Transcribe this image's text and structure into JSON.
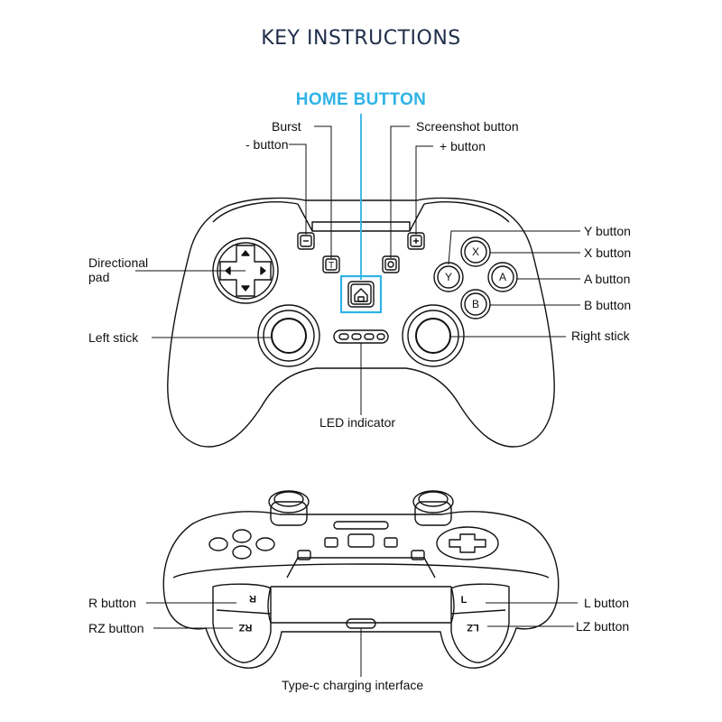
{
  "title": "KEY INSTRUCTIONS",
  "home_title": "HOME BUTTON",
  "colors": {
    "title": "#1f2d4a",
    "home_accent": "#2fb3e6",
    "line": "#111111"
  },
  "labels": {
    "burst": "Burst",
    "minus_button": "- button",
    "screenshot_button": "Screenshot button",
    "plus_button": "+ button",
    "y_button": "Y button",
    "x_button": "X button",
    "a_button": "A button",
    "b_button": "B button",
    "directional_pad": "Directional\npad",
    "left_stick": "Left stick",
    "right_stick": "Right stick",
    "led_indicator": "LED indicator",
    "r_button": "R button",
    "rz_button": "RZ button",
    "l_button": "L button",
    "lz_button": "LZ button",
    "typec": "Type-c charging interface"
  },
  "button_glyphs": {
    "y": "Y",
    "x": "X",
    "a": "A",
    "b": "B",
    "minus": "−",
    "plus": "+",
    "turbo": "T",
    "r": "R",
    "rz": "RZ",
    "l": "L",
    "lz": "LZ"
  }
}
